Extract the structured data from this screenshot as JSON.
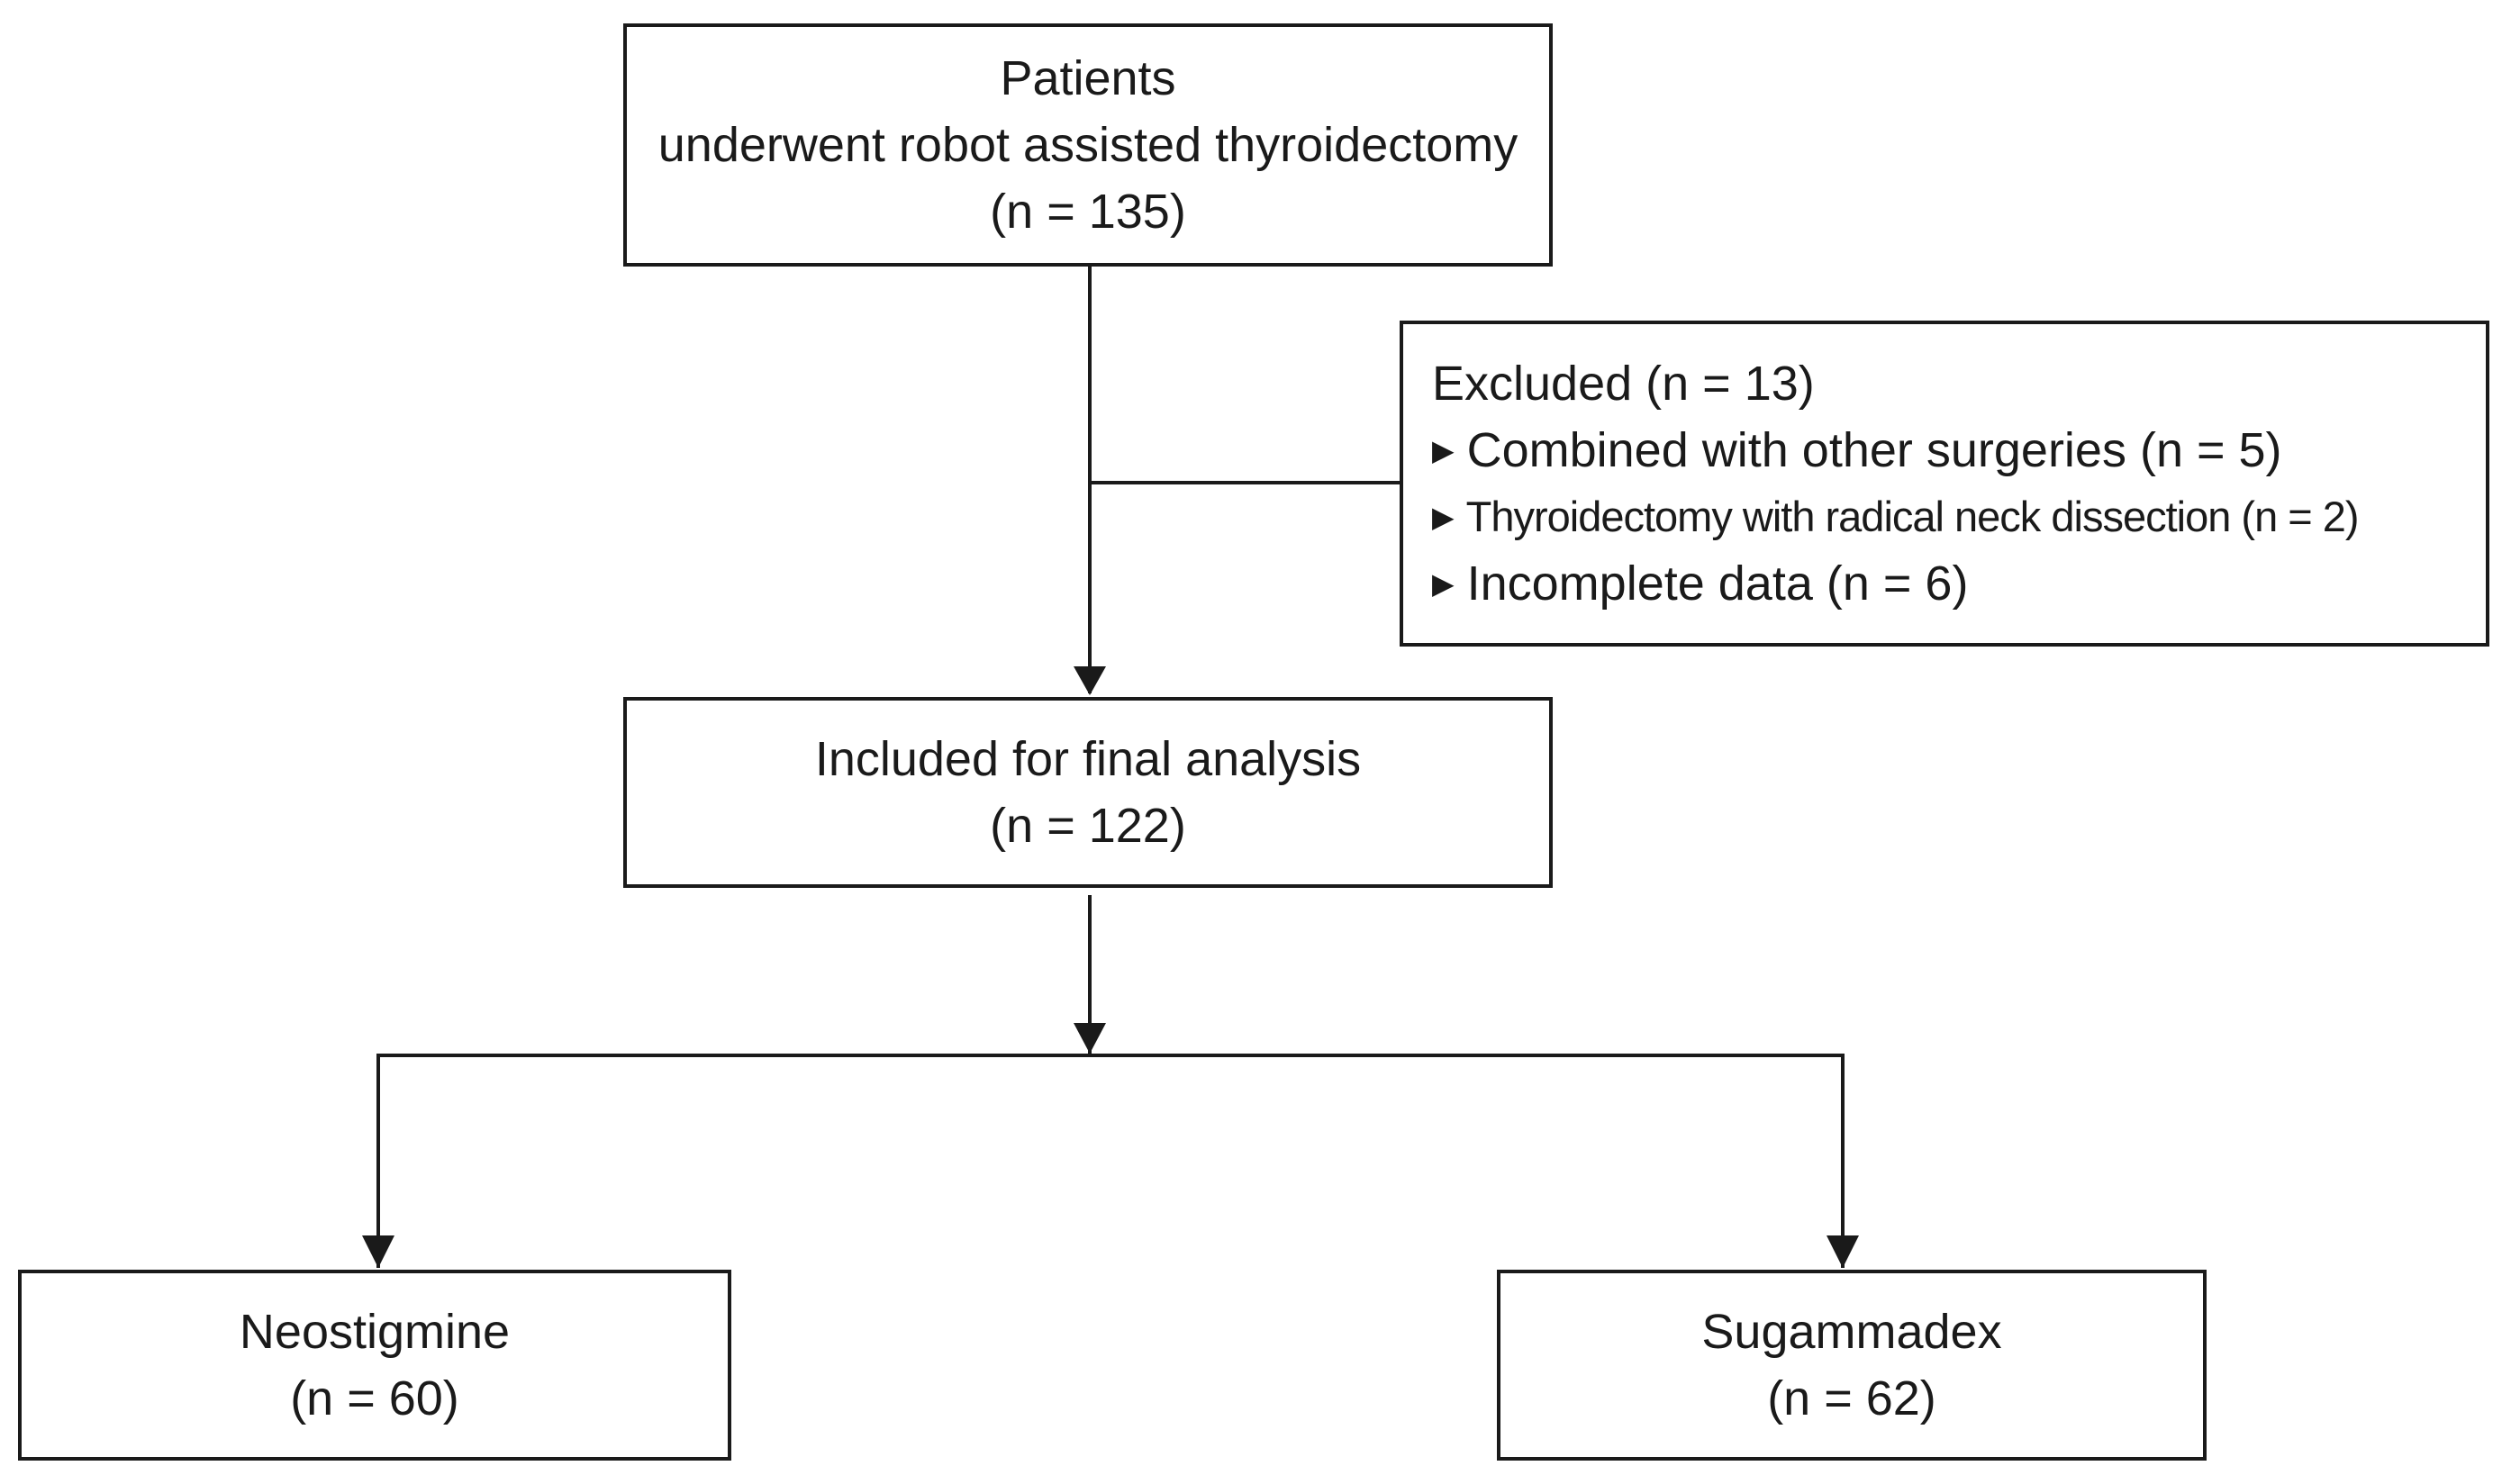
{
  "patients_box": {
    "title": "Patients",
    "subtitle": "underwent robot assisted thyroidectomy",
    "count": "(n = 135)"
  },
  "excluded_box": {
    "title": "Excluded (n = 13)",
    "bullet_icon": "triangle-right-icon",
    "items": [
      "Combined with other surgeries (n = 5)",
      "Thyroidectomy with radical neck dissection (n = 2)",
      "Incomplete data (n = 6)"
    ]
  },
  "included_box": {
    "title": "Included for final analysis",
    "count": "(n = 122)"
  },
  "neostigmine_box": {
    "title": "Neostigmine",
    "count": "(n = 60)"
  },
  "sugammadex_box": {
    "title": "Sugammadex",
    "count": "(n = 62)"
  },
  "colors": {
    "line": "#1a1a1a",
    "background": "#ffffff"
  }
}
